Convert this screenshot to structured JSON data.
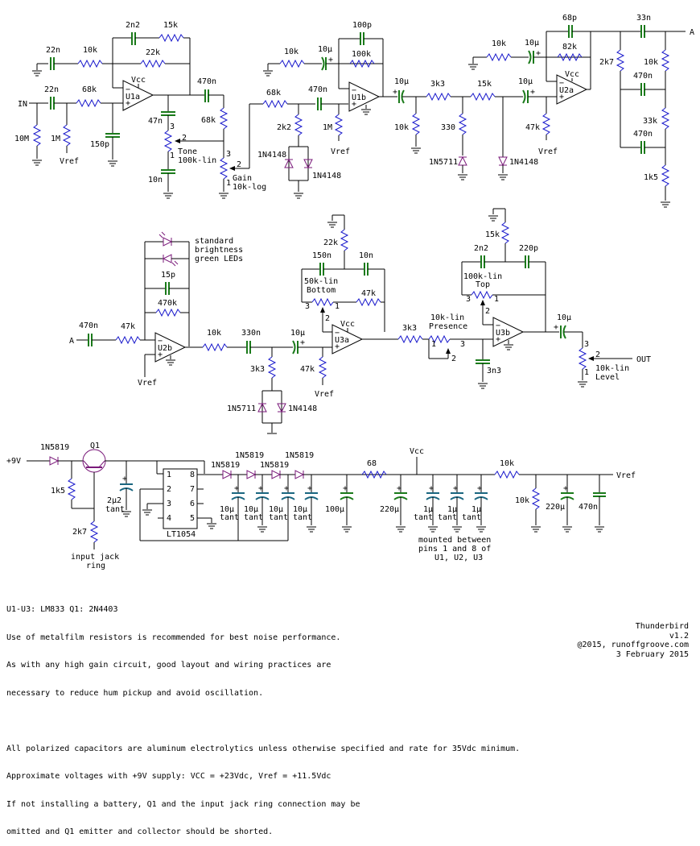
{
  "labels": {
    "in": "IN",
    "out": "OUT",
    "node_a": "A",
    "vcc": "Vcc",
    "vref": "Vref",
    "plus9v": "+9V",
    "u1a": "U1a",
    "u1b": "U1b",
    "u2a": "U2a",
    "u2b": "U2b",
    "u3a": "U3a",
    "u3b": "U3b",
    "q1": "Q1",
    "lt1054": "LT1054"
  },
  "stage1": {
    "c_22n_a": "22n",
    "r_10k": "10k",
    "c_2n2": "2n2",
    "r_15k": "15k",
    "r_22k": "22k",
    "c_22n_b": "22n",
    "r_68k": "68k",
    "r_10M": "10M",
    "r_1M": "1M",
    "c_150p": "150p",
    "c_47n": "47n",
    "c_10n": "10n",
    "c_470n": "470n",
    "r_68k_b": "68k",
    "tone_name": "Tone",
    "tone_value": "100k-lin",
    "gain_name": "Gain",
    "gain_value": "10k-log"
  },
  "stage2": {
    "r_10k": "10k",
    "c_10u": "10µ",
    "c_100p": "100p",
    "r_100k": "100k",
    "r_68k": "68k",
    "c_470n": "470n",
    "r_2k2": "2k2",
    "r_1M": "1M",
    "d1": "1N4148",
    "d2": "1N4148"
  },
  "stage3": {
    "c_10u_a": "10µ",
    "r_3k3": "3k3",
    "r_15k": "15k",
    "c_10u_b": "10µ",
    "r_10k": "10k",
    "r_330": "330",
    "d_5711": "1N5711",
    "d_4148": "1N4148",
    "r_47k": "47k",
    "r_10k_b": "10k",
    "c_10u_c": "10µ",
    "c_68p": "68p",
    "r_82k": "82k"
  },
  "stage4": {
    "c_33n": "33n",
    "r_2k7": "2k7",
    "r_10k": "10k",
    "c_470n_a": "470n",
    "r_33k": "33k",
    "c_470n_b": "470n",
    "r_1k5": "1k5"
  },
  "stage5": {
    "c_470n": "470n",
    "r_47k": "47k",
    "led_note": [
      "standard",
      "brightness",
      "green LEDs"
    ],
    "c_15p": "15p",
    "r_470k": "470k",
    "r_10k": "10k",
    "c_330n": "330n",
    "r_3k3": "3k3",
    "d_5711": "1N5711",
    "d_4148": "1N4148",
    "c_10u": "10µ",
    "r_47k_b": "47k"
  },
  "stage6": {
    "r_22k": "22k",
    "c_150n": "150n",
    "c_10n": "10n",
    "bottom_value": "50k-lin",
    "bottom_name": "Bottom",
    "r_47k": "47k",
    "r_3k3": "3k3",
    "presence_value": "10k-lin",
    "presence_name": "Presence",
    "c_3n3": "3n3"
  },
  "stage7": {
    "r_15k": "15k",
    "c_2n2": "2n2",
    "c_220p": "220p",
    "top_value": "100k-lin",
    "top_name": "Top",
    "c_10u": "10µ",
    "level_value": "10k-lin",
    "level_name": "Level"
  },
  "pot_pins": {
    "p1": "1",
    "p2": "2",
    "p3": "3"
  },
  "power": {
    "d_in": "1N5819",
    "r_1k5": "1k5",
    "r_2k7": "2k7",
    "jack_note": [
      "input jack",
      "ring"
    ],
    "c_2u2": "2µ2",
    "tant": "tant",
    "pins": [
      "1",
      "2",
      "3",
      "4",
      "5",
      "6",
      "7",
      "8"
    ],
    "d_pump": [
      "1N5819",
      "1N5819",
      "1N5819",
      "1N5819"
    ],
    "c_10u": "10µ",
    "c_100u": "100µ",
    "r_68": "68",
    "c_220u": "220µ",
    "c_1u": "1µ",
    "r_10k_a": "10k",
    "r_10k_b": "10k",
    "c_220u_b": "220µ",
    "c_470n": "470n",
    "mount_note": [
      "mounted between",
      "pins 1 and 8 of",
      "U1, U2, U3"
    ]
  },
  "notes": [
    "U1-U3: LM833 Q1: 2N4403",
    "Use of metalfilm resistors is recommended for best noise performance.",
    "As with any high gain circuit, good layout and wiring practices are",
    "necessary to reduce hum pickup and avoid oscillation.",
    "",
    "All polarized capacitors are aluminum electrolytics unless otherwise specified and rate for 35Vdc minimum.",
    "Approximate voltages with +9V supply: VCC = +23Vdc, Vref = +11.5Vdc",
    "If not installing a battery, Q1 and the input jack ring connection may be",
    "omitted and Q1 emitter and collector should be shorted."
  ],
  "footer": {
    "title": "Thunderbird",
    "version": "v1.2",
    "copyright": "@2015, runoffgroove.com",
    "date": "3 February 2015"
  }
}
